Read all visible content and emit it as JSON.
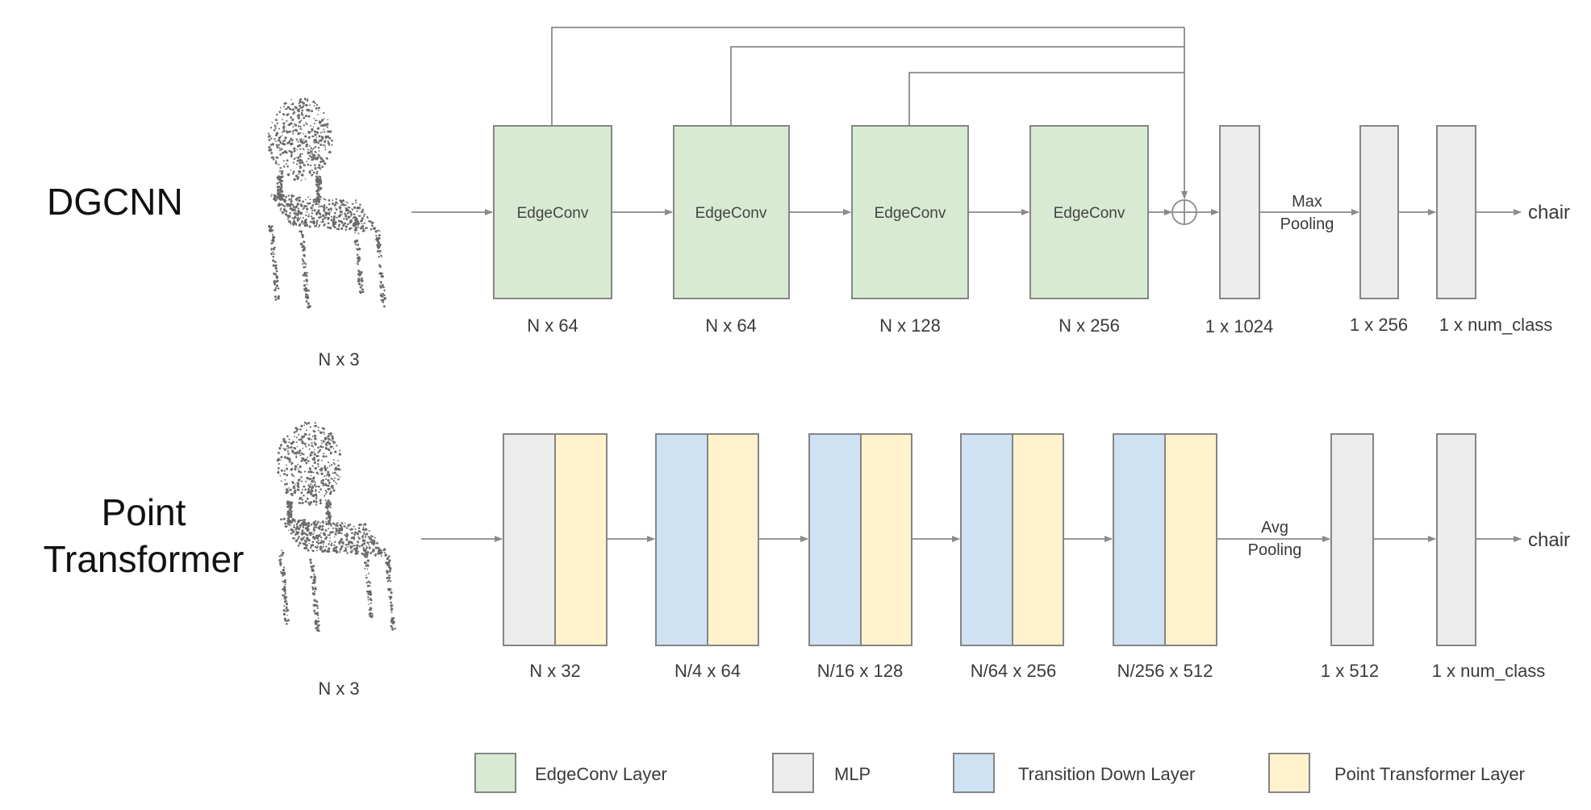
{
  "colors": {
    "edgeconv": "#d9ead3",
    "mlp": "#ececec",
    "transition_down": "#cfe2f3",
    "point_transformer": "#fff2cc",
    "stroke": "#858585",
    "line": "#8a8a8a",
    "text": "#3a3a3a"
  },
  "dgcnn": {
    "title": "DGCNN",
    "input_dim": "N x 3",
    "blocks": [
      {
        "label": "EdgeConv",
        "dim": "N x 64"
      },
      {
        "label": "EdgeConv",
        "dim": "N x 64"
      },
      {
        "label": "EdgeConv",
        "dim": "N x 128"
      },
      {
        "label": "EdgeConv",
        "dim": "N x 256"
      }
    ],
    "concat_dim": "1 x 1024",
    "pool_line1": "Max",
    "pool_line2": "Pooling",
    "fc1_dim": "1 x 256",
    "fc2_dim": "1 x num_class",
    "output": "chair"
  },
  "pt": {
    "title_line1": "Point",
    "title_line2": "Transformer",
    "input_dim": "N x 3",
    "blocks": [
      {
        "left": "mlp",
        "right": "point_transformer",
        "dim": "N x 32"
      },
      {
        "left": "transition_down",
        "right": "point_transformer",
        "dim": "N/4 x 64"
      },
      {
        "left": "transition_down",
        "right": "point_transformer",
        "dim": "N/16 x 128"
      },
      {
        "left": "transition_down",
        "right": "point_transformer",
        "dim": "N/64 x 256"
      },
      {
        "left": "transition_down",
        "right": "point_transformer",
        "dim": "N/256 x 512"
      }
    ],
    "pool_line1": "Avg",
    "pool_line2": "Pooling",
    "fc1_dim": "1 x 512",
    "fc2_dim": "1 x num_class",
    "output": "chair"
  },
  "legend": [
    {
      "key": "edgeconv",
      "label": "EdgeConv Layer"
    },
    {
      "key": "mlp",
      "label": "MLP"
    },
    {
      "key": "transition_down",
      "label": "Transition Down Layer"
    },
    {
      "key": "point_transformer",
      "label": "Point Transformer Layer"
    }
  ]
}
